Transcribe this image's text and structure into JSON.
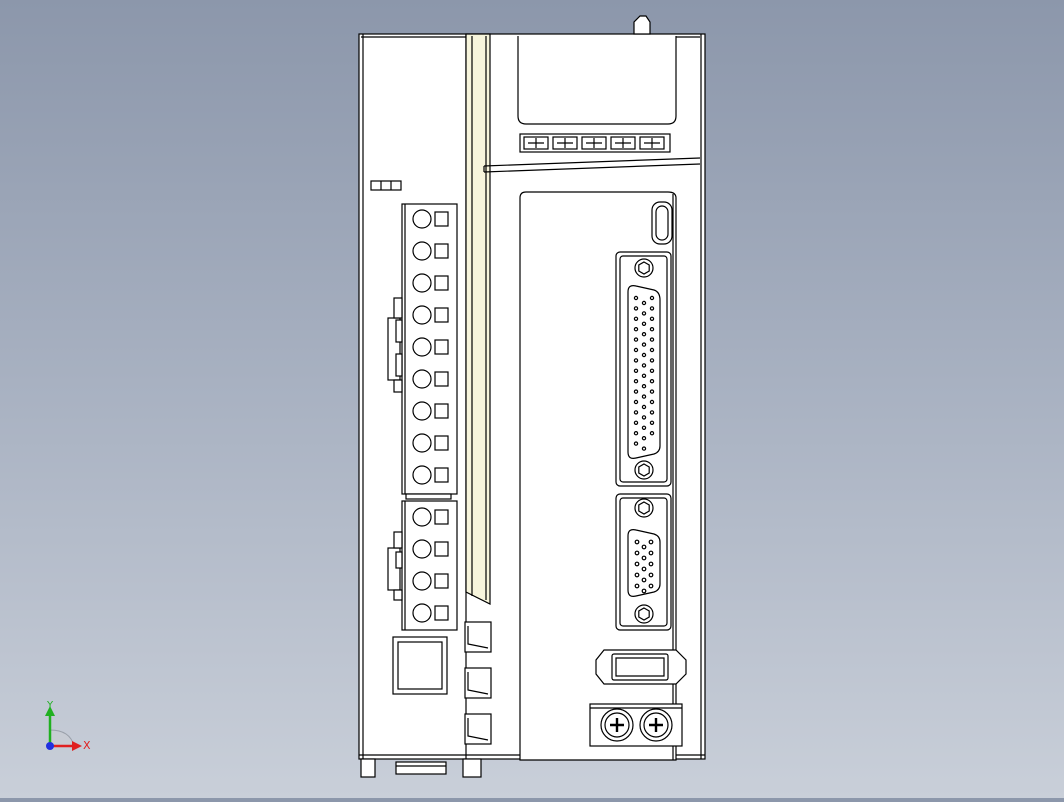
{
  "scene": {
    "view": "front",
    "background": {
      "top": "#8c97ab",
      "bottom": "#c9cfd9"
    },
    "body_color": "#ffffff",
    "edge_color": "#000000",
    "accent_strip_color": "#f7f5dc"
  },
  "left_panel": {
    "upper_terminal": {
      "positions": 9
    },
    "lower_terminal": {
      "positions": 4
    },
    "status_indicator": {
      "cells": 3
    }
  },
  "right_panel": {
    "heatsink": {
      "slots": 5
    },
    "db44_connector": {
      "pin_rows": 3,
      "pins_per_row": [
        15,
        15,
        14
      ]
    },
    "db15_connector": {
      "pin_rows": 3,
      "pins_per_row": [
        5,
        5,
        5
      ]
    },
    "ground_screws": 2
  },
  "vents": {
    "count": 3
  },
  "triad": {
    "x_label": "X",
    "y_label": "Y",
    "x_color": "#e02020",
    "y_color": "#20b020",
    "z_color": "#2030e0"
  }
}
